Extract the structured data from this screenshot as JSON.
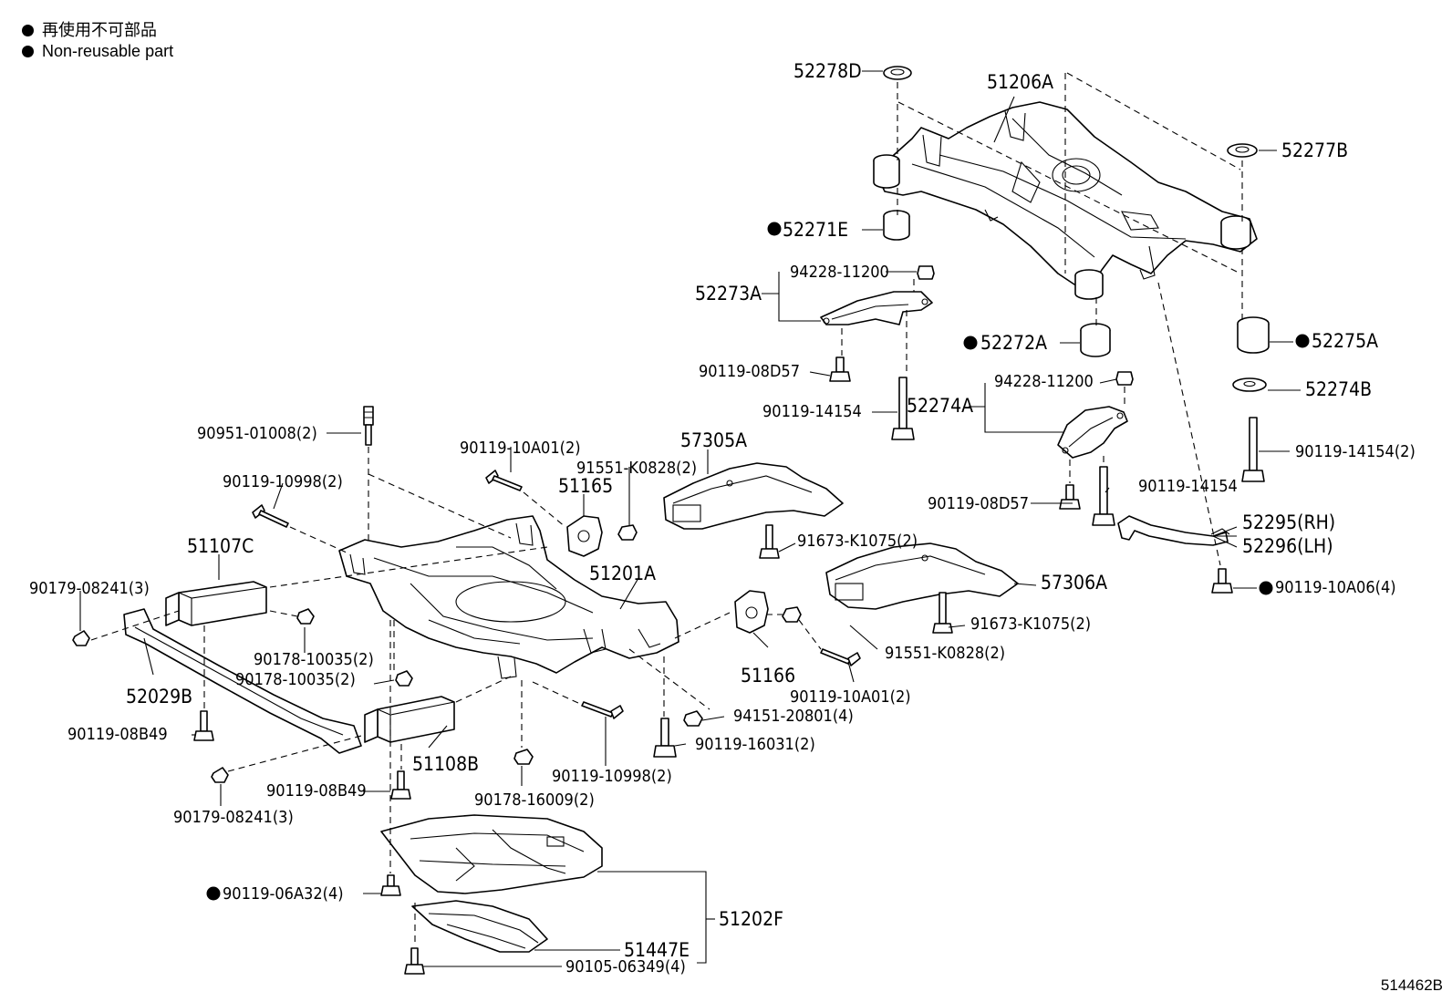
{
  "legend": [
    {
      "text": "再使用不可部品"
    },
    {
      "text": "Non-reusable part"
    }
  ],
  "diagram_id": "514462B",
  "labels": {
    "p52278D": "52278D",
    "p51206A": "51206A",
    "p52277B": "52277B",
    "p52271E": "52271E",
    "p94228_11200_a": "94228-11200",
    "p52273A": "52273A",
    "p52272A": "52272A",
    "p52275A": "52275A",
    "p90119_08D57_a": "90119-08D57",
    "p52274B": "52274B",
    "p94228_11200_b": "94228-11200",
    "p90119_14154_a": "90119-14154",
    "p52274A": "52274A",
    "p90951_01008": "90951-01008(2)",
    "p90119_14154_2": "90119-14154(2)",
    "p90119_10A01_a": "90119-10A01(2)",
    "p57305A": "57305A",
    "p91551_K0828_a": "91551-K0828(2)",
    "p90119_10998_a": "90119-10998(2)",
    "p51165": "51165",
    "p90119_14154_b": "90119-14154",
    "p90119_08D57_b": "90119-08D57",
    "p52295": "52295(RH)",
    "p52296": "52296(LH)",
    "p51107C": "51107C",
    "p91673_K1075_a": "91673-K1075(2)",
    "p90179_08241_a": "90179-08241(3)",
    "p51201A": "51201A",
    "p57306A": "57306A",
    "p90119_10A06": "90119-10A06(4)",
    "p91673_K1075_b": "91673-K1075(2)",
    "p90178_10035_a": "90178-10035(2)",
    "p91551_K0828_b": "91551-K0828(2)",
    "p90178_10035_b": "90178-10035(2)",
    "p51166": "51166",
    "p52029B": "52029B",
    "p90119_10A01_b": "90119-10A01(2)",
    "p94151_20801": "94151-20801(4)",
    "p90119_08B49_a": "90119-08B49",
    "p90119_16031": "90119-16031(2)",
    "p51108B": "51108B",
    "p90119_10998_b": "90119-10998(2)",
    "p90119_08B49_b": "90119-08B49",
    "p90178_16009": "90178-16009(2)",
    "p90179_08241_b": "90179-08241(3)",
    "p90119_06A32": "90119-06A32(4)",
    "p51202F": "51202F",
    "p51447E": "51447E",
    "p90105_06349": "90105-06349(4)"
  },
  "non_reusable_marks": [
    "52271E",
    "52272A",
    "52275A",
    "90119-10A06(4)",
    "90119-06A32(4)"
  ]
}
